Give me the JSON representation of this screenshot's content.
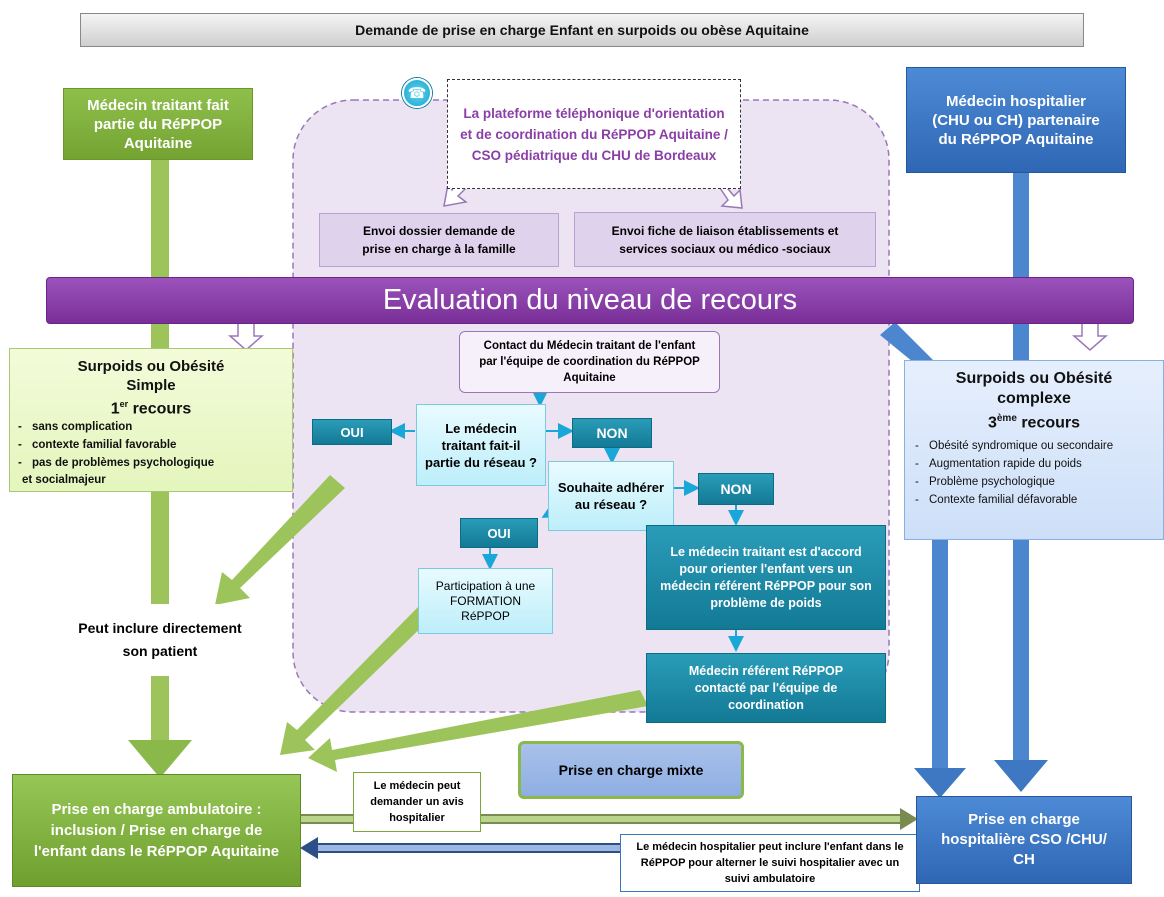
{
  "title": "Demande de prise en charge Enfant en surpoids ou obèse Aquitaine",
  "left_top": "Médecin traitant fait partie du RéPPOP Aquitaine",
  "right_top": "Médecin hospitalier (CHU ou CH) partenaire du RéPPOP Aquitaine",
  "phone_icon": "telephone-icon",
  "platform": "La plateforme téléphonique d'orientation et de coordination du RéPPOP Aquitaine / CSO pédiatrique du CHU de Bordeaux",
  "envoi_dossier": "Envoi dossier demande de prise en charge à la famille",
  "envoi_fiche": "Envoi fiche de liaison établissements et services sociaux ou médico -sociaux",
  "evaluation": "Evaluation du niveau de recours",
  "simple": {
    "title_line1": "Surpoids ou Obésité",
    "title_line2": "Simple",
    "recours_num": "1",
    "recours_sup": "er",
    "recours_word": "recours",
    "items": [
      "sans complication",
      "contexte familial favorable",
      "pas de problèmes psychologique",
      "et socialmajeur"
    ]
  },
  "complexe": {
    "title_line1": "Surpoids ou Obésité",
    "title_line2": "complexe",
    "recours_num": "3",
    "recours_sup": "ème",
    "recours_word": "recours",
    "items": [
      "Obésité syndromique ou secondaire",
      "Augmentation rapide du poids",
      "Problème psychologique",
      "Contexte familial défavorable"
    ]
  },
  "contact": "Contact du Médecin traitant de l'enfant par l'équipe de coordination du RéPPOP Aquitaine",
  "question1": "Le médecin traitant fait-il partie du réseau ?",
  "oui": "OUI",
  "non": "NON",
  "question2": "Souhaite adhérer au réseau ?",
  "formation": "Participation à une FORMATION RéPPOP",
  "accord": "Le médecin traitant est d'accord pour orienter l'enfant vers un médecin référent RéPPOP pour son problème de poids",
  "referent": "Médecin référent RéPPOP contacté par l'équipe de coordination",
  "peut_inclure": "Peut inclure directement son patient",
  "mixte": "Prise en charge mixte",
  "ambulatoire": "Prise en charge ambulatoire : inclusion / Prise en charge de l'enfant dans le RéPPOP Aquitaine",
  "avis": "Le médecin peut demander un avis hospitalier",
  "hosp_include": "Le médecin hospitalier peut inclure l'enfant dans le RéPPOP pour alterner le suivi hospitalier avec un suivi ambulatoire",
  "hospitaliere": "Prise en charge hospitalière CSO /CHU/ CH",
  "colors": {
    "green_dark": "#7aa838",
    "green_light": "#eaf8c8",
    "blue_dark": "#3a76c0",
    "blue_light": "#d8e6fb",
    "purple": "#8a3fa6",
    "lavender": "#ece3f3",
    "teal": "#178aa8"
  }
}
